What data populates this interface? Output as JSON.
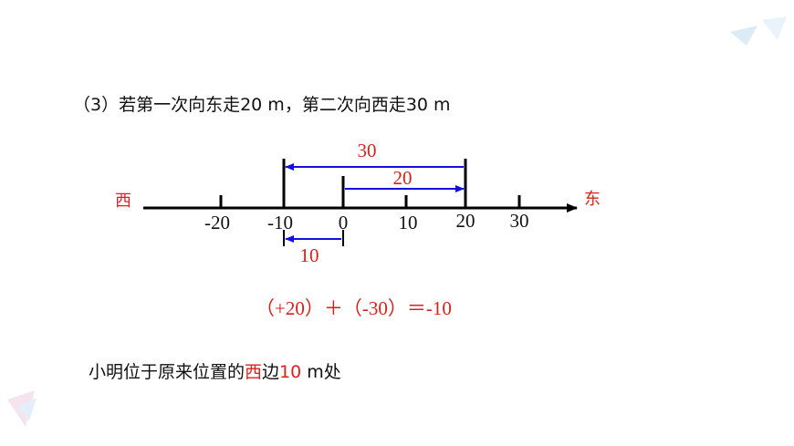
{
  "question": "（3）若第一次向东走20 m，第二次向西走30 m",
  "direction_west": "西",
  "direction_east": "东",
  "axis_ticks": [
    "-20",
    "-10",
    "0",
    "10",
    "20",
    "30"
  ],
  "arrow_labels": {
    "a30": "30",
    "a20": "20",
    "a10": "10"
  },
  "result_equation": "（+20）＋（-30）＝-10",
  "answer": {
    "pre": "小明位于原来位置的",
    "west": "西",
    "mid": "边",
    "num": "10",
    "post": " m处"
  },
  "colors": {
    "red": "#e0201a",
    "blue": "#1010e0",
    "axis": "#000000"
  }
}
